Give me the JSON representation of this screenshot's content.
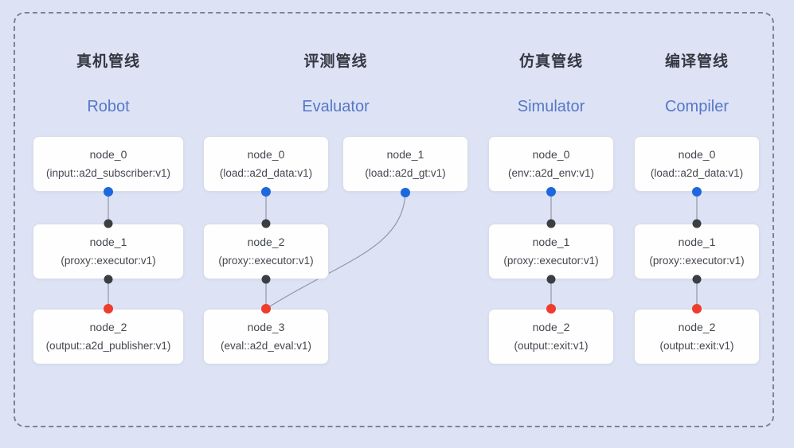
{
  "diagram": {
    "description_colors": {
      "background": "#dde3f5",
      "frame_dash": "#7e848f",
      "port_output_dot": "#1e68dd",
      "port_input_dot": "#3b3e42",
      "port_final_dot": "#ee3d2c",
      "edge_line": "#8f98a8",
      "title_en_blue": "#5677c7",
      "title_zh_dark": "#343841",
      "card_background": "#fefefe",
      "card_border": "#d9dde6"
    },
    "columns": [
      {
        "id": "robot",
        "title_zh": "真机管线",
        "title_en": "Robot",
        "nodes": [
          {
            "name": "node_0",
            "detail": "(input::a2d_subscriber:v1)"
          },
          {
            "name": "node_1",
            "detail": "(proxy::executor:v1)"
          },
          {
            "name": "node_2",
            "detail": "(output::a2d_publisher:v1)"
          }
        ]
      },
      {
        "id": "evaluator",
        "title_zh": "评测管线",
        "title_en": "Evaluator",
        "nodes": [
          {
            "name": "node_0",
            "detail": "(load::a2d_data:v1)"
          },
          {
            "name": "node_1",
            "detail": "(load::a2d_gt:v1)"
          },
          {
            "name": "node_2",
            "detail": "(proxy::executor:v1)"
          },
          {
            "name": "node_3",
            "detail": "(eval::a2d_eval:v1)"
          }
        ]
      },
      {
        "id": "simulator",
        "title_zh": "仿真管线",
        "title_en": "Simulator",
        "nodes": [
          {
            "name": "node_0",
            "detail": "(env::a2d_env:v1)"
          },
          {
            "name": "node_1",
            "detail": "(proxy::executor:v1)"
          },
          {
            "name": "node_2",
            "detail": "(output::exit:v1)"
          }
        ]
      },
      {
        "id": "compiler",
        "title_zh": "编译管线",
        "title_en": "Compiler",
        "nodes": [
          {
            "name": "node_0",
            "detail": "(load::a2d_data:v1)"
          },
          {
            "name": "node_1",
            "detail": "(proxy::executor:v1)"
          },
          {
            "name": "node_2",
            "detail": "(output::exit:v1)"
          }
        ]
      }
    ]
  }
}
